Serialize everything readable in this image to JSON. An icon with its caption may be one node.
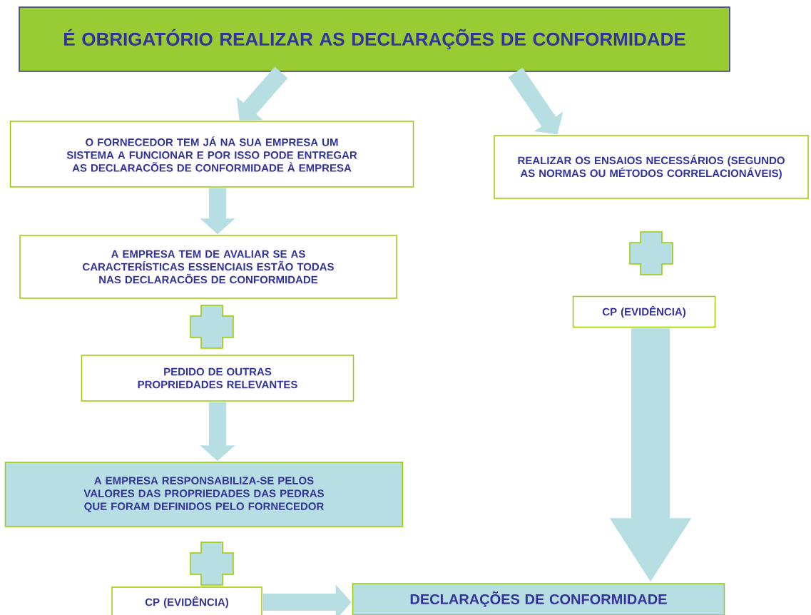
{
  "diagram": {
    "nodes": [
      {
        "text": [
          "É OBRIGATÓRIO REALIZAR AS DECLARAÇÕES DE CONFORMIDADE"
        ]
      },
      {
        "text": [
          "O FORNECEDOR TEM JÁ NA SUA EMPRESA UM SISTEMA A FUNCIONAR E POR ISSO PODE ENTREGAR AS DECLARACÕES DE CONFORMIDADE À EMPRESA"
        ]
      },
      {
        "text": [
          "REALIZAR OS ENSAIOS NECESSÁRIOS (SEGUNDO AS NORMAS OU MÉTODOS CORRELACIONÁVEIS)"
        ]
      },
      {
        "text": [
          "A EMPRESA TEM DE AVALIAR SE AS CARACTERÍSTICAS ESSENCIAIS ESTÃO TODAS NAS DECLARACÕES DE CONFORMIDADE"
        ]
      },
      {
        "text": [
          "PEDIDO DE OUTRAS PROPRIEDADES RELEVANTES"
        ]
      },
      {
        "text": [
          "A EMPRESA RESPONSABILIZA-SE PELOS VALORES DAS PROPRIEDADES DAS PEDRAS QUE FORAM DEFINIDOS PELO FORNECEDOR"
        ]
      },
      {
        "text": [
          "CP (EVIDÊNCIA)"
        ]
      },
      {
        "text": [
          "CP (EVIDÊNCIA)"
        ]
      },
      {
        "text": [
          "DECLARAÇÕES DE CONFORMIDADE"
        ]
      }
    ],
    "edges": [
      {
        "from": 0,
        "to": 1,
        "arrow": "to"
      },
      {
        "from": 0,
        "to": 2,
        "arrow": "to"
      },
      {
        "from": 1,
        "to": 3,
        "arrow": "to"
      },
      {
        "from": 4,
        "to": 5,
        "arrow": "to"
      },
      {
        "from": 6,
        "to": 8,
        "arrow": "to",
        "style": "thick"
      },
      {
        "from": 7,
        "to": 8,
        "arrow": "to"
      }
    ]
  }
}
